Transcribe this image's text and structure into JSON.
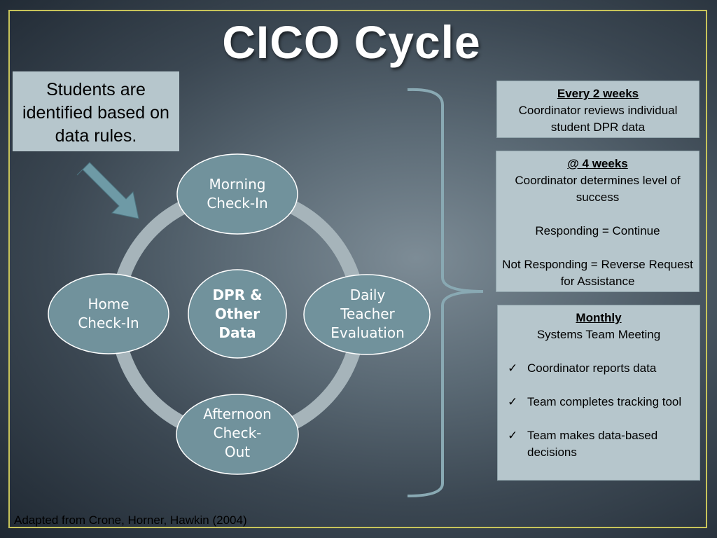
{
  "title": "CICO Cycle",
  "intro_text": "Students are identified based on data rules.",
  "diagram": {
    "center": [
      "DPR &",
      "Other",
      "Data"
    ],
    "nodes": {
      "morning": [
        "Morning",
        "Check-In"
      ],
      "daily": [
        "Daily",
        "Teacher",
        "Evaluation"
      ],
      "afternoon": [
        "Afternoon",
        "Check-",
        "Out"
      ],
      "home": [
        "Home",
        "Check-In"
      ]
    },
    "colors": {
      "node_fill": "#71929c",
      "node_stroke": "#ffffff",
      "ring": "#a6b4ba",
      "arrow": "#6e9aa6",
      "bracket": "#89a9b3"
    }
  },
  "boxes": {
    "every2": {
      "heading": "Every 2 weeks",
      "lines": [
        "Coordinator reviews individual student DPR data"
      ]
    },
    "at4": {
      "heading": "@ 4 weeks",
      "line1": "Coordinator determines level of success",
      "line2": "Responding = Continue",
      "line3": "Not Responding = Reverse Request for Assistance"
    },
    "monthly": {
      "heading": "Monthly",
      "subheading": "Systems Team Meeting",
      "items": [
        "Coordinator reports data",
        "Team completes tracking tool",
        "Team makes data-based decisions"
      ],
      "check_icon": "✓"
    }
  },
  "footer": "Adapted from Crone, Horner, Hawkin (2004)"
}
